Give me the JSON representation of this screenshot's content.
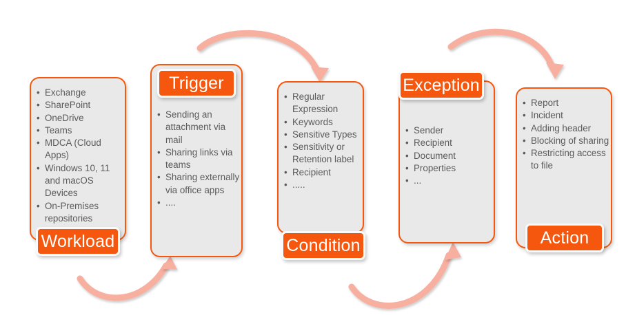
{
  "diagram": {
    "title": "DLP policy anatomy flow",
    "accent_color": "#F4570D",
    "card_fill": "#E9E9E9",
    "text_color": "#5A5A5A",
    "arrow_color": "#F7AFA0",
    "stages": [
      {
        "id": "workload",
        "label": "Workload",
        "label_position": "bottom",
        "items": [
          "Exchange",
          "SharePoint",
          "OneDrive",
          "Teams",
          " MDCA (Cloud Apps)",
          "Windows 10, 11 and macOS Devices",
          "On-Premises repositories"
        ]
      },
      {
        "id": "trigger",
        "label": "Trigger",
        "label_position": "top",
        "items": [
          "Sending an attachment via mail",
          "Sharing links via teams",
          "Sharing externally via office apps",
          "...."
        ]
      },
      {
        "id": "condition",
        "label": "Condition",
        "label_position": "bottom",
        "items": [
          "Regular Expression",
          "Keywords",
          "Sensitive Types",
          "Sensitivity or Retention label",
          "Recipient",
          "....."
        ]
      },
      {
        "id": "exception",
        "label": "Exception",
        "label_position": "top",
        "items": [
          "Sender",
          "Recipient",
          "Document",
          "Properties",
          "..."
        ]
      },
      {
        "id": "action",
        "label": "Action",
        "label_position": "bottom",
        "items": [
          "Report",
          "Incident",
          "Adding header",
          "Blocking of sharing",
          "Restricting access to file"
        ]
      }
    ],
    "connectors": [
      {
        "id": "workload-to-trigger",
        "from": "workload",
        "to": "trigger",
        "path": "below"
      },
      {
        "id": "trigger-to-condition",
        "from": "trigger",
        "to": "condition",
        "path": "above"
      },
      {
        "id": "condition-to-exception",
        "from": "condition",
        "to": "exception",
        "path": "below"
      },
      {
        "id": "exception-to-action",
        "from": "exception",
        "to": "action",
        "path": "above"
      }
    ]
  }
}
